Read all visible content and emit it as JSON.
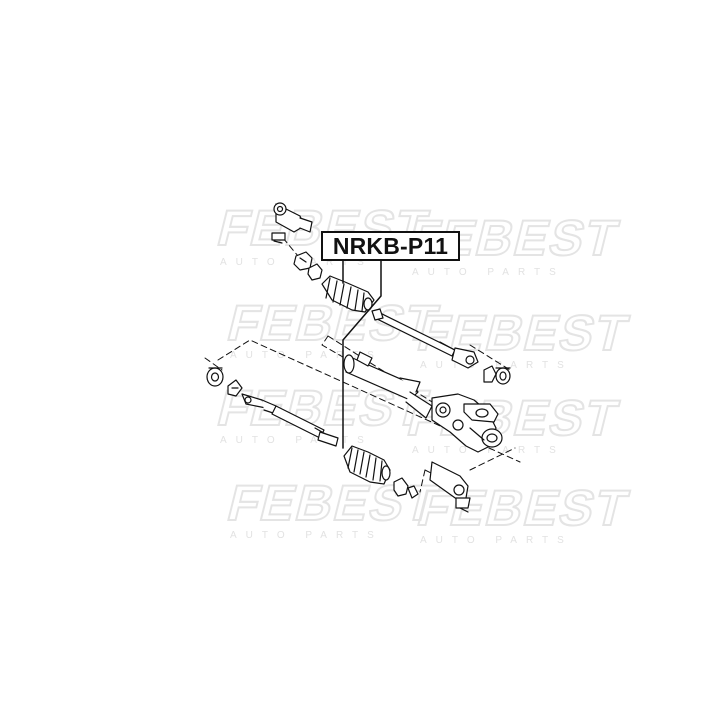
{
  "part_number": "NRKB-P11",
  "watermark": {
    "brand": "FEBEST",
    "subtitle": "AUTO PARTS"
  },
  "colors": {
    "line": "#111111",
    "watermark": "#e6e6e6",
    "background": "#ffffff"
  }
}
